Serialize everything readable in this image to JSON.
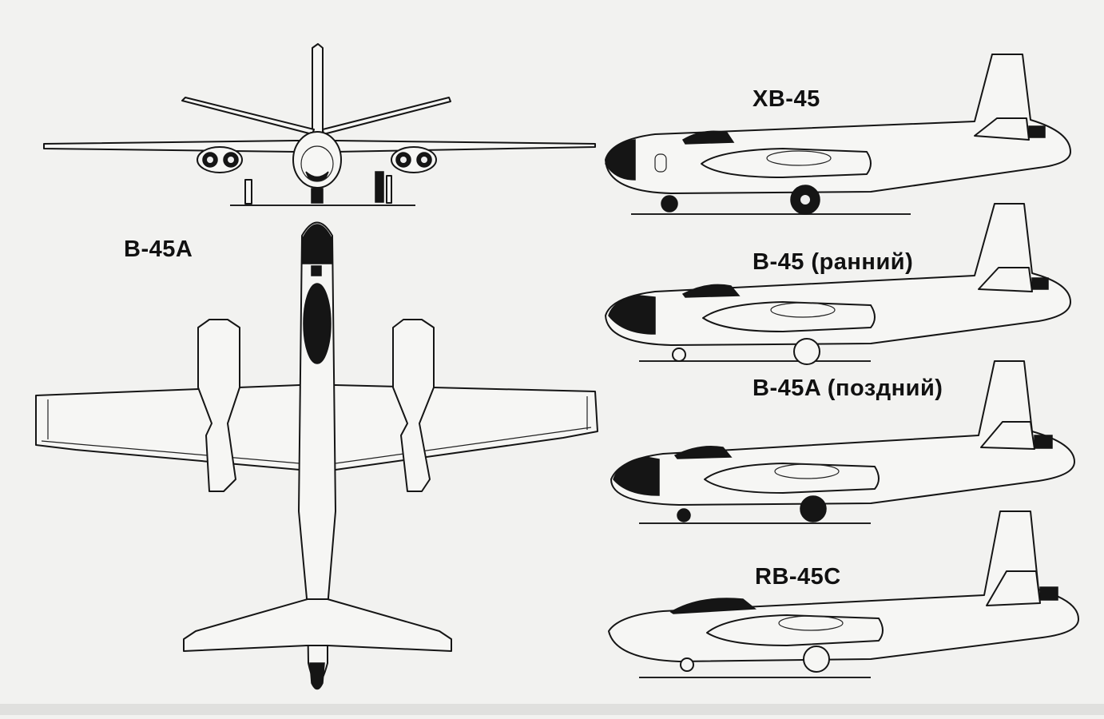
{
  "labels": {
    "topview": "B-45A",
    "side1": "XB-45",
    "side2": "B-45 (ранний)",
    "side3": "B-45A (поздний)",
    "side4": "RB-45C"
  }
}
